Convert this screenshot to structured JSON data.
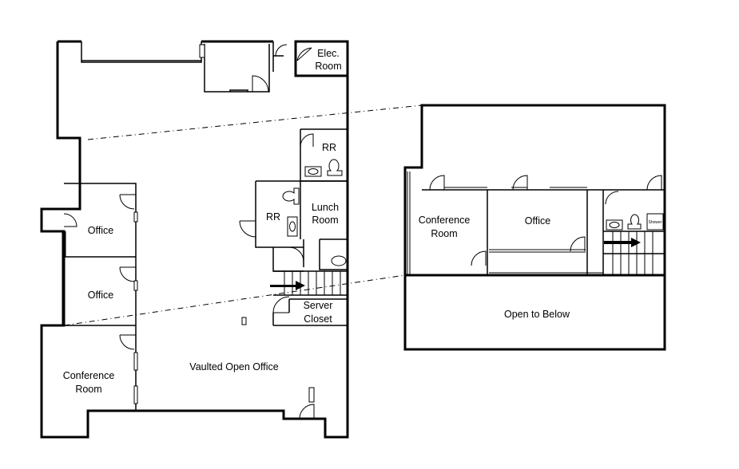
{
  "ground_floor": {
    "rooms": {
      "elec": [
        "Elec.",
        "Room"
      ],
      "rr1": "RR",
      "rr2": "RR",
      "lunch": [
        "Lunch",
        "Room"
      ],
      "office1": "Office",
      "office2": "Office",
      "server": [
        "Server",
        "Closet"
      ],
      "conference": [
        "Conference",
        "Room"
      ],
      "vaulted": "Vaulted Open Office"
    }
  },
  "mezzanine": {
    "rooms": {
      "conference": [
        "Conference",
        "Room"
      ],
      "office": "Office",
      "shower": "Shower",
      "open_below": "Open to Below"
    }
  }
}
